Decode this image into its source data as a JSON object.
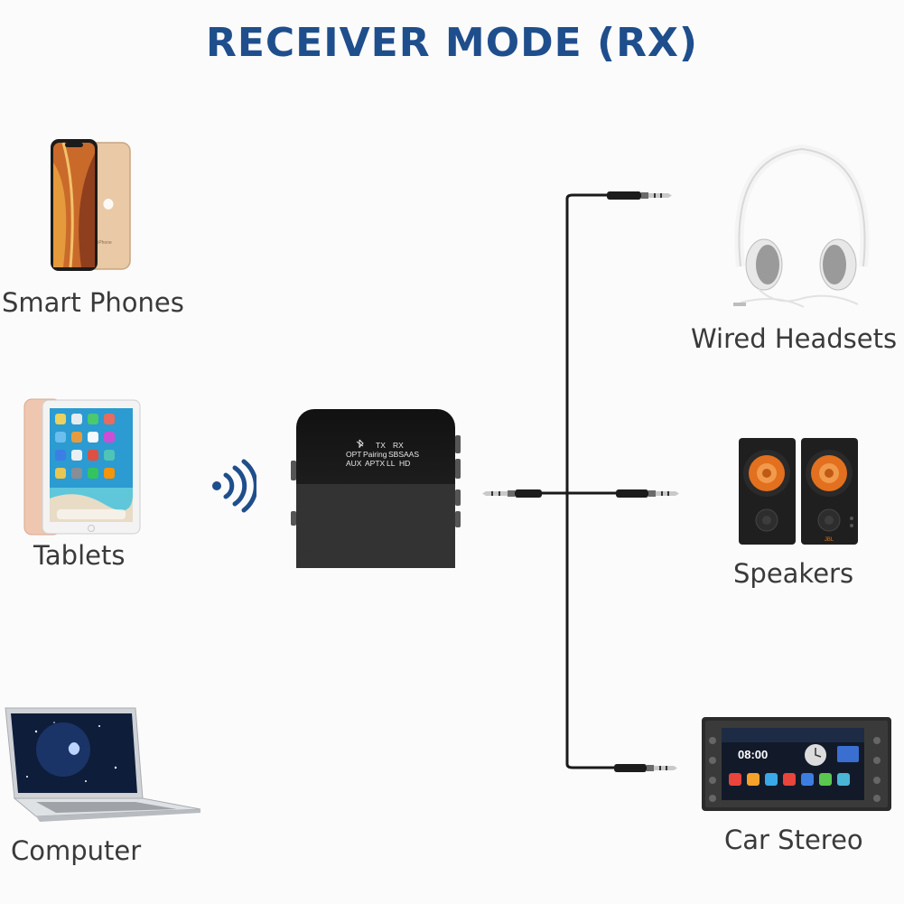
{
  "title": "RECEIVER MODE (RX)",
  "colors": {
    "title": "#1f4e8c",
    "cable": "#1a1a1a",
    "device_body": "#1e1e1e",
    "speaker_cone": "#e2701e",
    "phone_gold": "#e9c9a6"
  },
  "sources": [
    {
      "label": "Smart Phones",
      "icon": "smartphone-icon"
    },
    {
      "label": "Tablets",
      "icon": "tablet-icon"
    },
    {
      "label": "Computer",
      "icon": "laptop-icon"
    }
  ],
  "outputs": [
    {
      "label": "Wired Headsets",
      "icon": "headphones-icon"
    },
    {
      "label": "Speakers",
      "icon": "speakers-icon"
    },
    {
      "label": "Car Stereo",
      "icon": "car-stereo-icon"
    }
  ],
  "device": {
    "row1": [
      "TX",
      "RX"
    ],
    "row2": [
      "OPT",
      "Pairing",
      "SBS",
      "AAS"
    ],
    "row3": [
      "AUX",
      "APTX",
      "LL",
      "HD"
    ]
  },
  "phone_brand": "iPhone",
  "car_stereo_clock": "08:00",
  "speaker_brand": "JBL"
}
